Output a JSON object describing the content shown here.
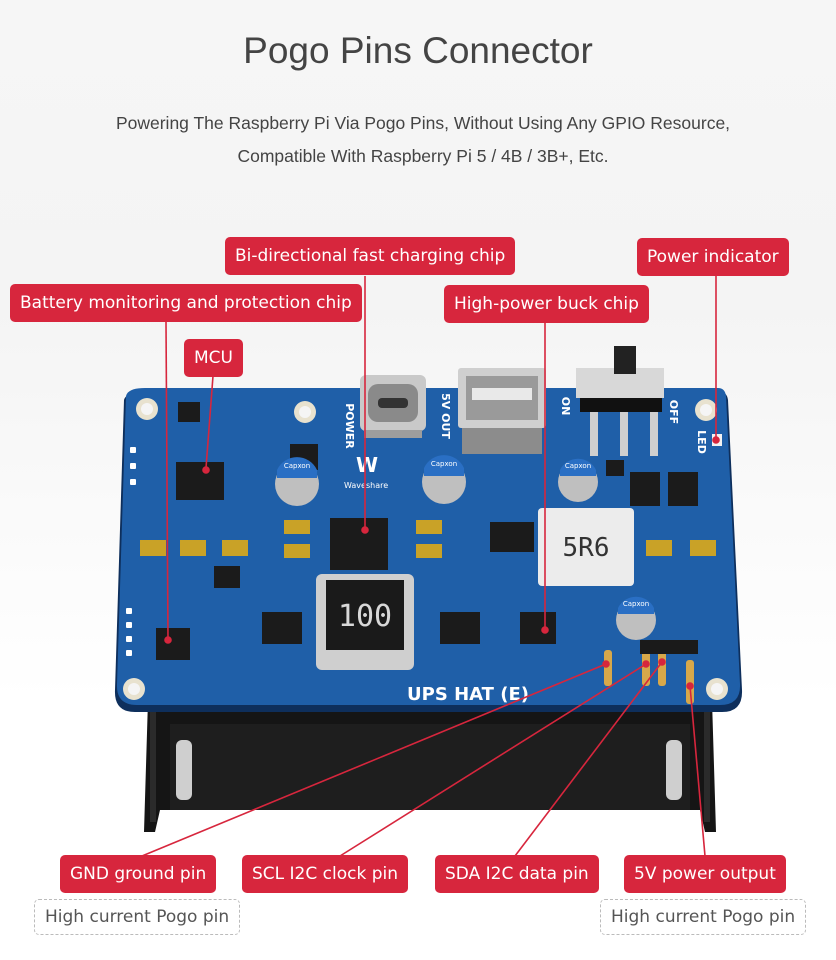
{
  "header": {
    "title": "Pogo Pins Connector",
    "subtitle_line1": "Powering The Raspberry Pi Via Pogo Pins, Without Using Any GPIO Resource,",
    "subtitle_line2": "Compatible With Raspberry Pi 5 / 4B / 3B+, Etc."
  },
  "callouts": {
    "battery_chip": "Battery monitoring and protection chip",
    "mcu": "MCU",
    "charging_chip": "Bi-directional fast charging chip",
    "buck_chip": "High-power buck chip",
    "power_indicator": "Power indicator",
    "gnd_pin": "GND ground pin",
    "scl_pin": "SCL I2C clock pin",
    "sda_pin": "SDA I2C data pin",
    "power_output": "5V power output",
    "pogo_left": "High current Pogo pin",
    "pogo_right": "High current Pogo pin"
  },
  "board": {
    "name": "UPS HAT (E)",
    "brand": "Waveshare",
    "inductor_large": "100",
    "inductor_small": "5R6",
    "label_power": "POWER",
    "label_5v_out": "5V OUT",
    "label_on": "ON",
    "label_off": "OFF",
    "label_led": "LED",
    "capacitor_text": "Capxon"
  },
  "colors": {
    "callout_red": "#d7263d",
    "pcb_blue": "#1f5fa8",
    "battery_holder": "#151515"
  }
}
